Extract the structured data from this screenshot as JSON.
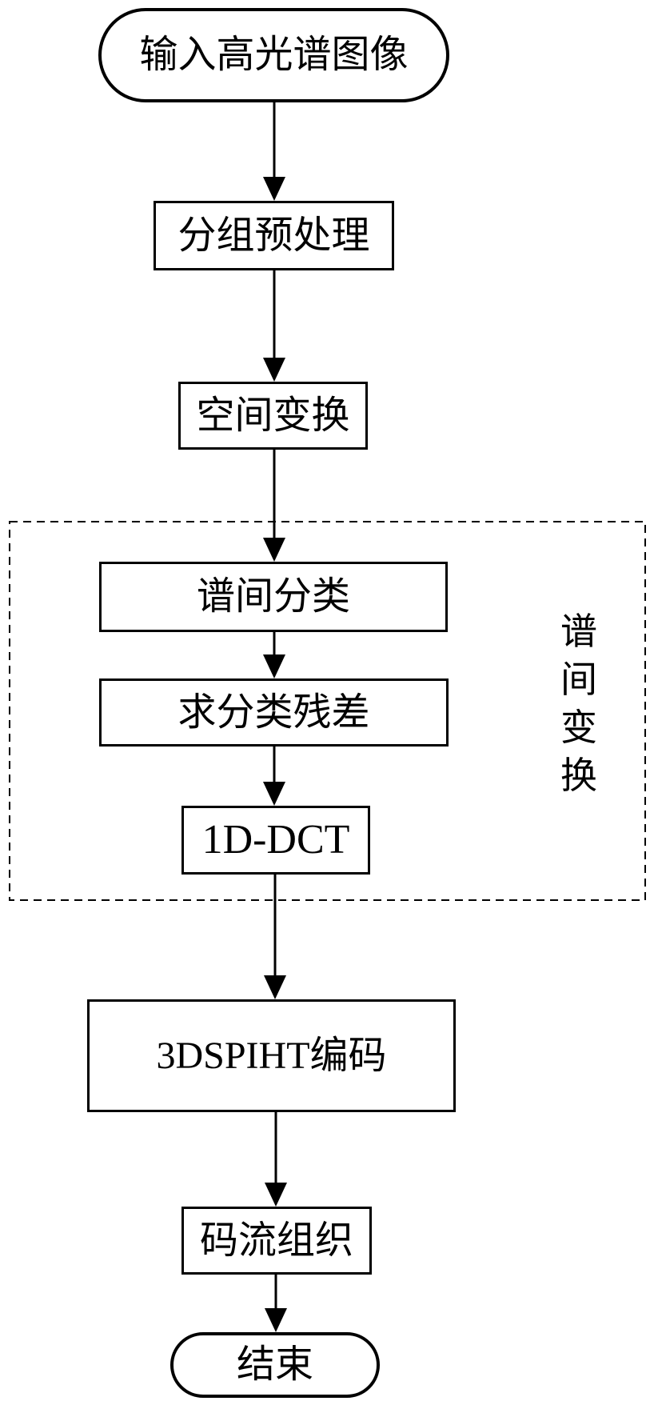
{
  "diagram": {
    "type": "flowchart",
    "background": "#ffffff",
    "stroke_color": "#000000",
    "nodes": {
      "start": {
        "label": "输入高光谱图像",
        "shape": "terminator"
      },
      "preprocess": {
        "label": "分组预处理",
        "shape": "process"
      },
      "spatial": {
        "label": "空间变换",
        "shape": "process"
      },
      "classify": {
        "label": "谱间分类",
        "shape": "process"
      },
      "residual": {
        "label": "求分类残差",
        "shape": "process"
      },
      "dct": {
        "label": "1D-DCT",
        "shape": "process"
      },
      "spiht": {
        "label": "3DSPIHT编码",
        "shape": "process"
      },
      "bitstream": {
        "label": "码流组织",
        "shape": "process"
      },
      "end": {
        "label": "结束",
        "shape": "terminator"
      }
    },
    "group": {
      "label": "谱间变换",
      "border_style": "dashed",
      "contains": [
        "谱间分类",
        "求分类残差",
        "1D-DCT"
      ]
    },
    "edges": [
      {
        "from": "输入高光谱图像",
        "to": "分组预处理"
      },
      {
        "from": "分组预处理",
        "to": "空间变换"
      },
      {
        "from": "空间变换",
        "to": "谱间分类"
      },
      {
        "from": "谱间分类",
        "to": "求分类残差"
      },
      {
        "from": "求分类残差",
        "to": "1D-DCT"
      },
      {
        "from": "1D-DCT",
        "to": "3DSPIHT编码"
      },
      {
        "from": "3DSPIHT编码",
        "to": "码流组织"
      },
      {
        "from": "码流组织",
        "to": "结束"
      }
    ]
  }
}
